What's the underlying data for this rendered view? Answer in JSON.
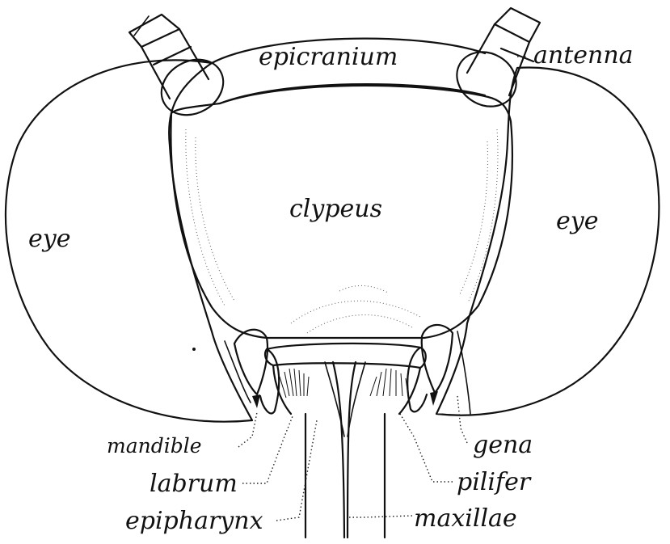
{
  "labels": {
    "epicranium": "epicranium",
    "antenna": "antenna",
    "clypeus": "clypeus",
    "eye_left": "eye",
    "eye_right": "eye",
    "mandible": "mandible",
    "labrum": "labrum",
    "epipharynx": "epipharynx",
    "gena": "gena",
    "pilifer": "pilifer",
    "maxillae": "maxillae"
  },
  "colors": {
    "ink": "#111111",
    "paper": "#ffffff"
  }
}
